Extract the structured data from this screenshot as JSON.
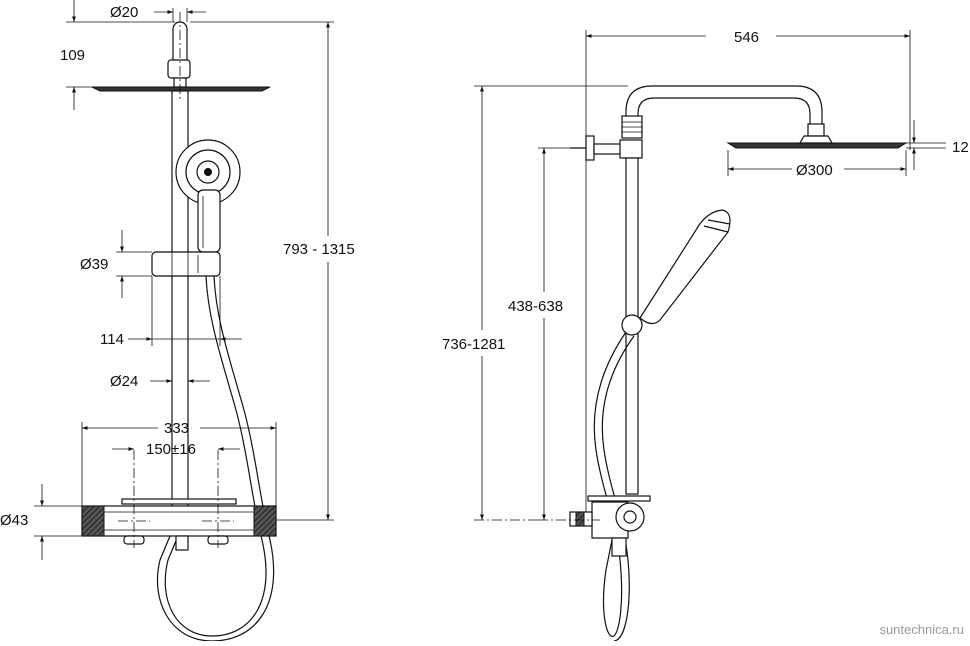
{
  "front_view": {
    "dims": {
      "pipe_top_dia": "Ø20",
      "head_offset": "109",
      "total_height": "793 - 1315",
      "holder_dia": "Ø39",
      "holder_depth": "114",
      "rod_dia": "Ø24",
      "mixer_width": "333",
      "inlet_spacing": "150±16",
      "mixer_dia": "Ø43"
    }
  },
  "side_view": {
    "dims": {
      "arm_reach": "546",
      "head_thickness": "12",
      "head_dia": "Ø300",
      "bracket_height": "438-638",
      "rail_height": "736-1281"
    }
  },
  "watermark": "suntechnica.ru"
}
